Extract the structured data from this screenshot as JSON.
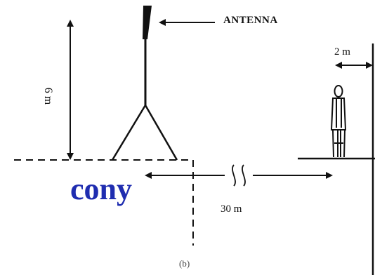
{
  "labels": {
    "antenna": "ANTENNA",
    "height": "6 m",
    "offset": "2 m",
    "distance": "30 m",
    "figure": "(b)"
  },
  "overlay_text": "cony",
  "colors": {
    "line": "#111111",
    "overlay_text": "#1f2db0"
  }
}
